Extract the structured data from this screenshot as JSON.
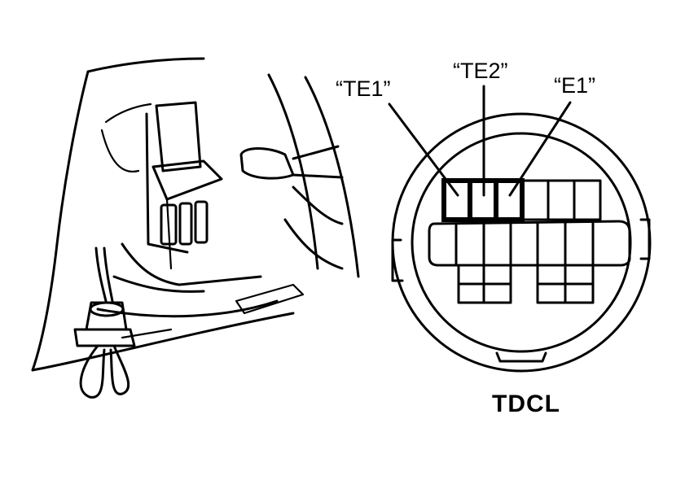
{
  "labels": {
    "te1": "“TE1”",
    "te2": "“TE2”",
    "e1": "“E1”",
    "caption": "TDCL"
  }
}
